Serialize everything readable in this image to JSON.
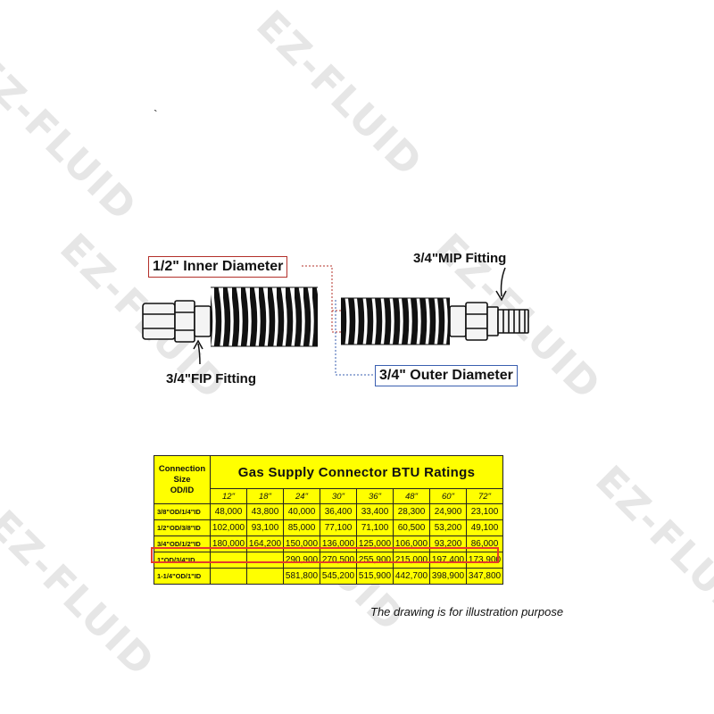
{
  "watermark": {
    "text": "EZ-FLUID"
  },
  "tick_mark": "`",
  "diagram": {
    "inner_diameter_label": "1/2\" Inner Diameter",
    "outer_diameter_label": "3/4\" Outer Diameter",
    "mip_label": "3/4\"MIP Fitting",
    "fip_label": "3/4\"FIP Fitting",
    "colors": {
      "inner_box": "#b3302a",
      "outer_box": "#3a5fb0",
      "hose": "#111111",
      "fitting": "#f2f2f2"
    }
  },
  "table": {
    "connection_header": [
      "Connection",
      "Size",
      "OD/ID"
    ],
    "title": "Gas Supply Connector BTU Ratings",
    "lengths": [
      "12\"",
      "18\"",
      "24\"",
      "30\"",
      "36\"",
      "48\"",
      "60\"",
      "72\""
    ],
    "rows": [
      {
        "label": "3/8\"OD/1/4\"ID",
        "values": [
          "48,000",
          "43,800",
          "40,000",
          "36,400",
          "33,400",
          "28,300",
          "24,900",
          "23,100"
        ]
      },
      {
        "label": "1/2\"OD/3/8\"ID",
        "values": [
          "102,000",
          "93,100",
          "85,000",
          "77,100",
          "71,100",
          "60,500",
          "53,200",
          "49,100"
        ]
      },
      {
        "label": "3/4\"OD/1/2\"ID",
        "values": [
          "180,000",
          "164,200",
          "150,000",
          "136,000",
          "125,000",
          "106,000",
          "93,200",
          "86,000"
        ]
      },
      {
        "label": "1\"OD/3/4\"ID",
        "values": [
          "",
          "",
          "290,900",
          "270,500",
          "255,900",
          "215,000",
          "197,400",
          "173,900"
        ]
      },
      {
        "label": "1-1/4\"OD/1\"ID",
        "values": [
          "",
          "",
          "581,800",
          "545,200",
          "515,900",
          "442,700",
          "398,900",
          "347,800"
        ]
      }
    ],
    "highlight_color": "#e53b2c",
    "background_color": "#ffff00"
  },
  "note": "The drawing is for illustration purpose"
}
